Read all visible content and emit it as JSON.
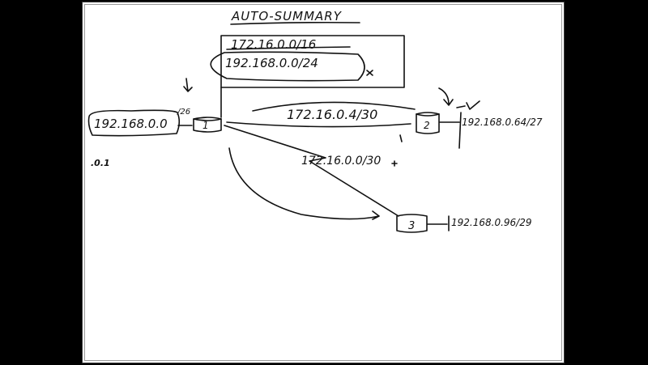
{
  "title": "AUTO-SUMMARY",
  "summary_box": {
    "route_1": "172.16.0.0/16",
    "route_2": "192.168.0.0/24"
  },
  "routers": {
    "r1": "1",
    "r2": "2",
    "r3": "3"
  },
  "networks": {
    "r1_lan": "192.168.0.0",
    "r1_lan_mask": "/26",
    "r1_lan_host": ".0.1",
    "link_r1_r2": "172.16.0.4/30",
    "link_r1_r3": "172.16.0.0/30",
    "r2_lan": "192.168.0.64/27",
    "r3_lan": "192.168.0.96/29"
  }
}
